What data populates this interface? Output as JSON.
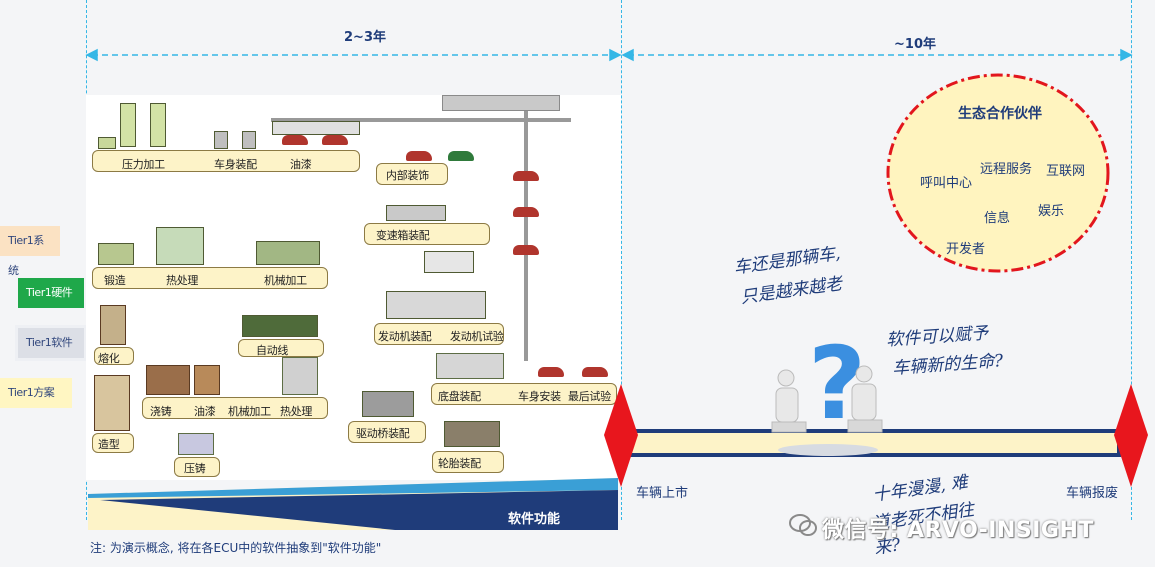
{
  "periods": {
    "left": "2~3年",
    "right": "~10年"
  },
  "tiers": {
    "system": "Tier1系统",
    "hardware": "Tier1硬件",
    "software": "Tier1软件",
    "solution": "Tier1方案"
  },
  "factory": {
    "stations": {
      "press": "压力加工",
      "body": "车身装配",
      "paint": "油漆",
      "interior": "内部装饰",
      "gearbox": "变速箱装配",
      "forging": "锻造",
      "heat": "热处理",
      "machining": "机械加工",
      "autoline": "自动线",
      "melt": "熔化",
      "cast": "浇铸",
      "paint2": "油漆",
      "machining2": "机械加工",
      "heat2": "热处理",
      "engine_asm": "发动机装配",
      "engine_test": "发动机试验",
      "mold": "造型",
      "diecast": "压铸",
      "axle": "驱动桥装配",
      "chassis": "底盘装配",
      "body_install": "车身安装",
      "final_test": "最后试验",
      "tire": "轮胎装配"
    }
  },
  "ecosystem": {
    "title": "生态合作伙伴",
    "items": [
      "远程服务",
      "互联网",
      "呼叫中心",
      "信息",
      "娱乐",
      "开发者"
    ]
  },
  "handwriting": {
    "q1_line1": "车还是那辆车,",
    "q1_line2": "只是越来越老",
    "q2_line1": "软件可以赋予",
    "q2_line2": "车辆新的生命?",
    "q3_line1": "十年漫漫, 难",
    "q3_line2": "道老死不相往",
    "q3_line3": "来?"
  },
  "timeline": {
    "launch": "车辆上市",
    "scrap": "车辆报废",
    "software_function": "软件功能"
  },
  "note": "注: 为演示概念, 将在各ECU中的软件抽象到\"软件功能\"",
  "watermark": "微信号: ARVO-INSIGHT",
  "colors": {
    "accent": "#1f3c7a",
    "dashed": "#35b7e6",
    "diamond": "#e8161d",
    "timeline": "#1f3c7a",
    "track": "#fdf3c8"
  }
}
